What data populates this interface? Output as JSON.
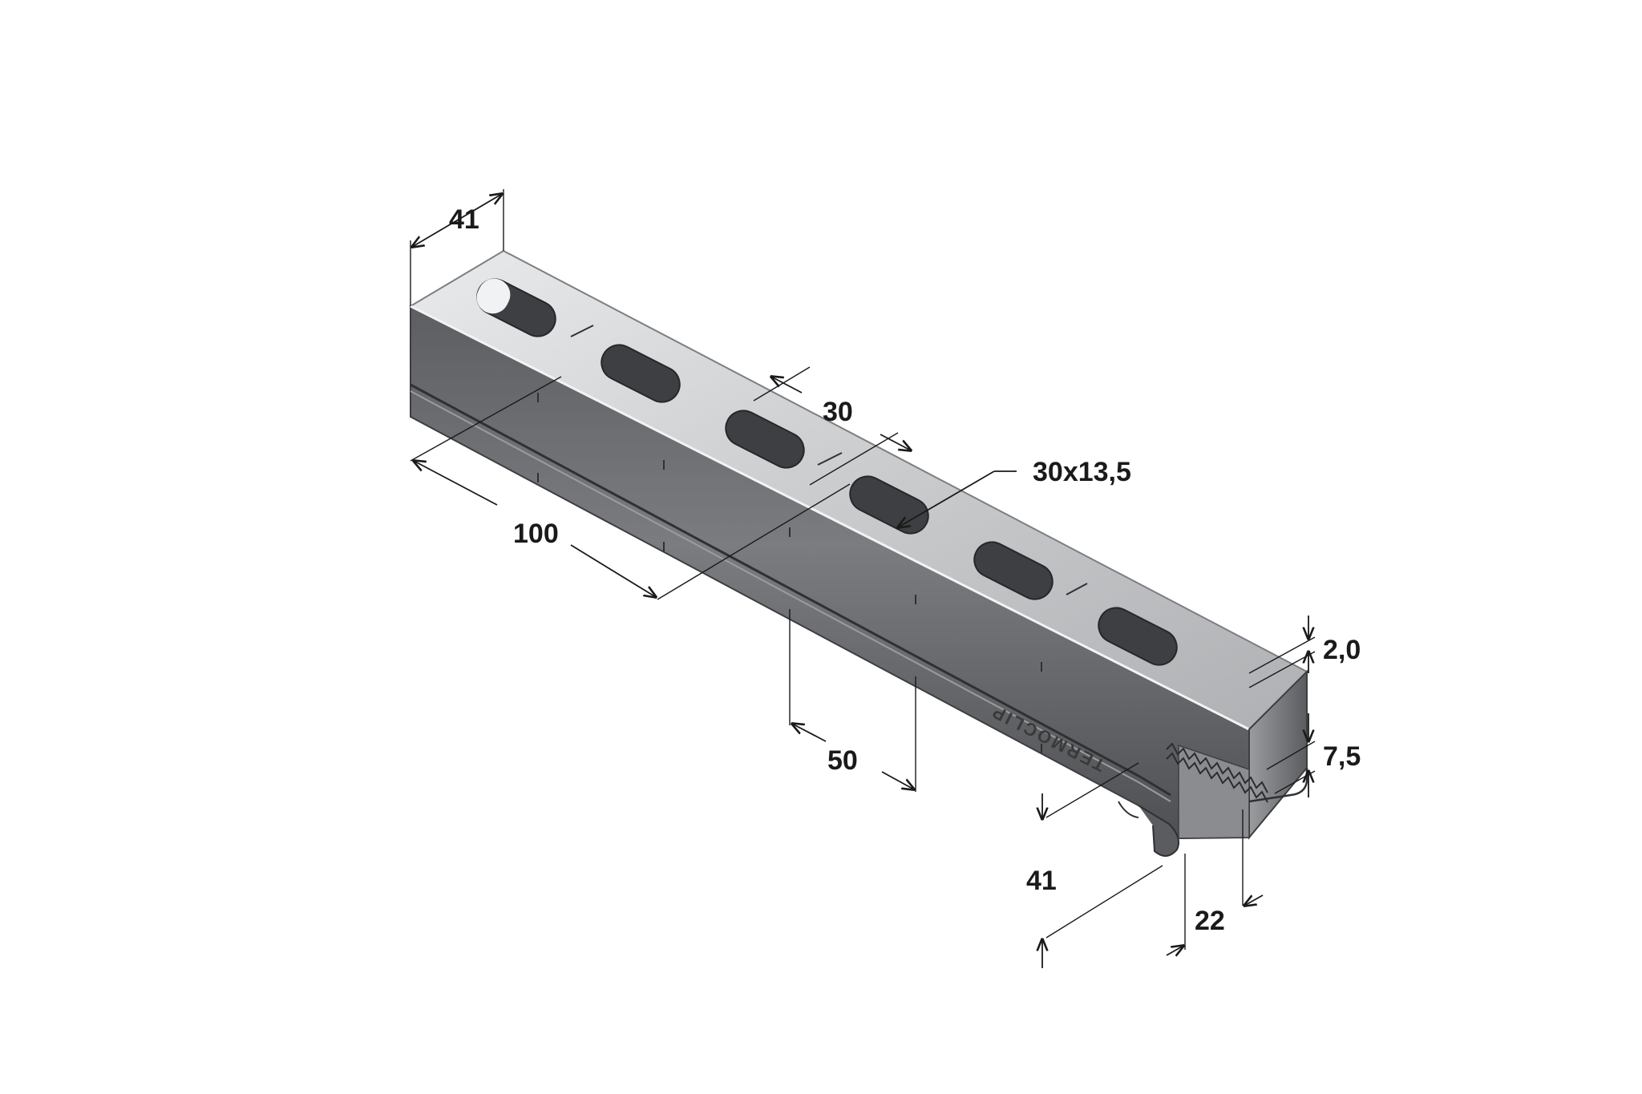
{
  "drawing": {
    "product": "strut channel profile with slotted top face",
    "brand": "TERMOCLIP",
    "colors": {
      "background": "#ffffff",
      "top_face": "#c9cbcd",
      "side_face": "#6a6c6f",
      "dimension_ink": "#1a1a1a"
    }
  },
  "dimensions": {
    "top_width": "41",
    "slot_pitch_offset": "30",
    "slot_size": "30x13,5",
    "slot_pitch": "100",
    "side_mark_pitch": "50",
    "thickness": "2,0",
    "lip_height": "7,5",
    "profile_height": "41",
    "opening_width": "22"
  }
}
